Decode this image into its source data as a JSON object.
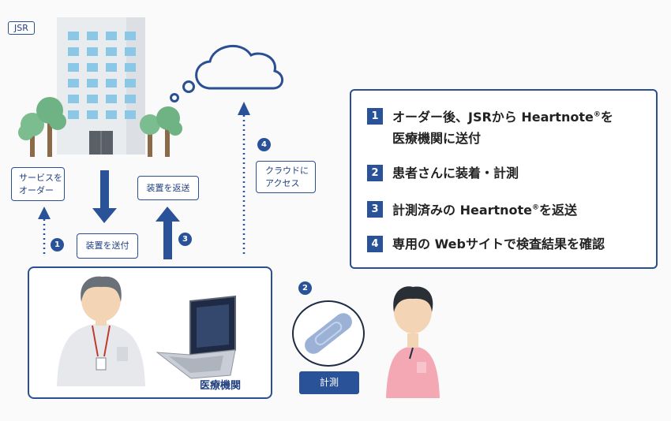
{
  "org_tag": "JSR",
  "flow": {
    "order_label": [
      "サービスを",
      "オーダー"
    ],
    "send_device_label": "装置を送付",
    "return_device_label": "装置を返送",
    "cloud_access_label": [
      "クラウドに",
      "アクセス"
    ],
    "badges": [
      "1",
      "2",
      "3",
      "4"
    ]
  },
  "facility_label": "医療機関",
  "measure_button": "計測",
  "steps": [
    {
      "num": "1",
      "line1_before": "オーダー後、JSRから Heartnote",
      "line1_mark": "®",
      "line1_after": "を",
      "line2": "医療機関に送付"
    },
    {
      "num": "2",
      "text": "患者さんに装着・計測"
    },
    {
      "num": "3",
      "before": "計測済みの Heartnote",
      "mark": "®",
      "after": "を返送"
    },
    {
      "num": "4",
      "text": "専用の Webサイトで検査結果を確認"
    }
  ]
}
